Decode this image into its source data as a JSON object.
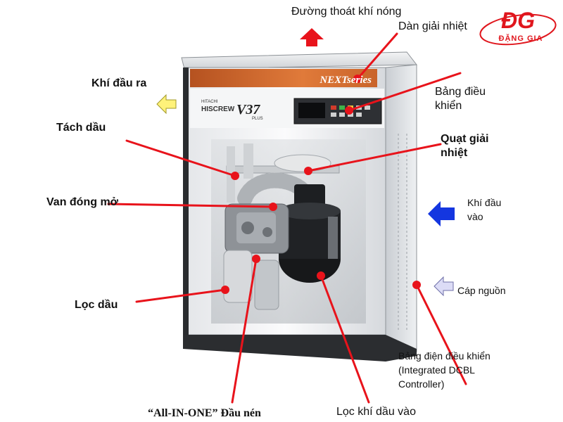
{
  "logo": {
    "mark": "ĐG",
    "text": "ĐẶNG GIA",
    "color": "#e0161d"
  },
  "machine": {
    "brand": "HITACHI",
    "series": "NEXTseries",
    "model_prefix": "HISCREW",
    "model_number": "V37",
    "model_suffix": "PLUS"
  },
  "labels": {
    "hot_air_outlet": "Đường thoát khí nóng",
    "cooler": "Dàn giải nhiệt",
    "air_out": "Khí đầu ra",
    "control_panel": "Bảng điều khiển",
    "oil_separator": "Tách dầu",
    "cooling_fan": "Quạt giải nhiệt",
    "valve": "Van đóng mở",
    "air_in": "Khí đầu vào",
    "power_cable": "Cáp nguồn",
    "oil_filter": "Lọc dầu",
    "controller": "Bảng điện điều khiển (Integrated DCBL Controller)",
    "compressor": "“All-IN-ONE” Đầu nén",
    "intake_filter": "Lọc khí dầu vào"
  },
  "colors": {
    "pointer": "#e8131b",
    "arrow_red": "#e8131b",
    "arrow_yellow": "#fff27a",
    "arrow_blue": "#1436e0",
    "arrow_lavender": "#dcdcf6",
    "banner": "#d86f2f"
  }
}
